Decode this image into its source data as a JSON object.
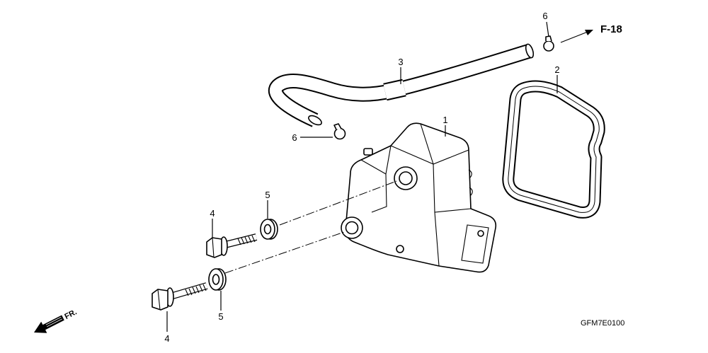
{
  "labels": {
    "cover": "1",
    "gasket": "2",
    "hose": "3",
    "bolt_upper": "4",
    "bolt_lower": "4",
    "washer_upper": "5",
    "washer_lower": "5",
    "clamp_upper": "6",
    "clamp_lower": "6"
  },
  "reference": "F-18",
  "diagram_code": "GFM7E0100",
  "direction": "FR."
}
